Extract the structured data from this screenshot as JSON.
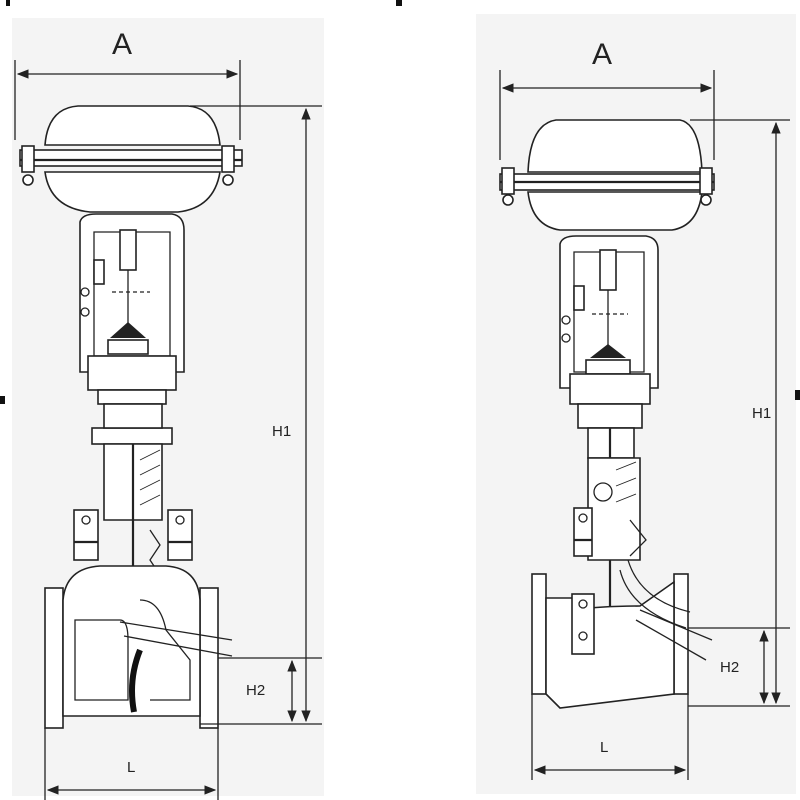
{
  "left_drawing": {
    "dim_width_label": "A",
    "dim_height_label": "H1",
    "dim_flange_height_label": "H2",
    "dim_length_label": "L"
  },
  "right_drawing": {
    "dim_width_label": "A",
    "dim_height_label": "H1",
    "dim_flange_height_label": "H2",
    "dim_length_label": "L"
  },
  "colors": {
    "background": "#ffffff",
    "panel_bg": "#f4f4f4",
    "line": "#222222"
  }
}
